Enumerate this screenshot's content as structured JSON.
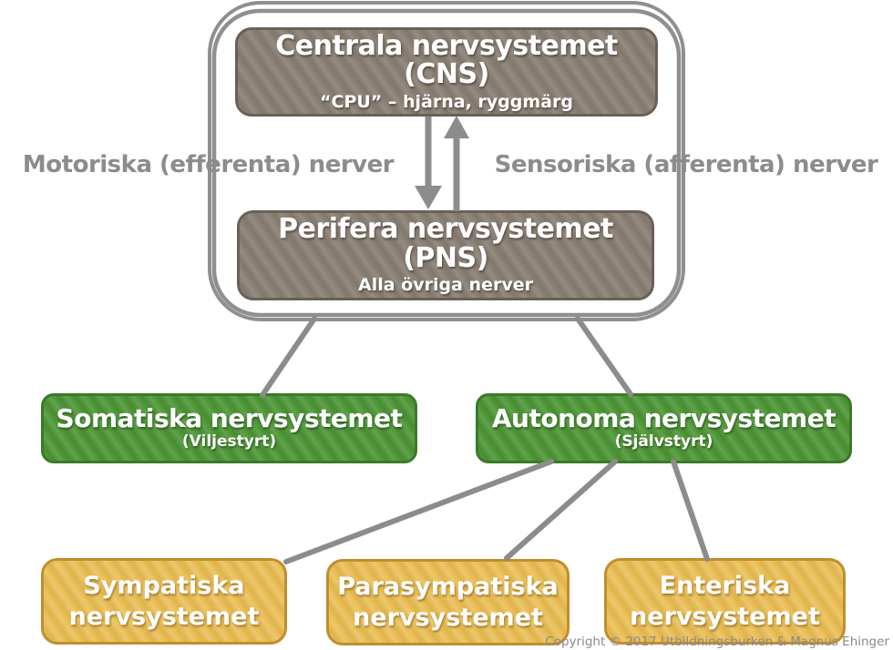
{
  "diagram": {
    "nodes": {
      "cns": {
        "title": "Centrala nervsystemet (CNS)",
        "subtitle": "“CPU” – hjärna, ryggmärg"
      },
      "pns": {
        "title": "Perifera nervsystemet (PNS)",
        "subtitle": "Alla övriga nerver"
      },
      "somatiska": {
        "title": "Somatiska nervsystemet",
        "subtitle": "(Viljestyrt)"
      },
      "autonoma": {
        "title": "Autonoma nervsystemet",
        "subtitle": "(Självstyrt)"
      },
      "sympatiska": {
        "title_line1": "Sympatiska",
        "title_line2": "nervsystemet"
      },
      "parasympatiska": {
        "title_line1": "Parasympatiska",
        "title_line2": "nervsystemet"
      },
      "enteriska": {
        "title_line1": "Enteriska",
        "title_line2": "nervsystemet"
      }
    },
    "edge_labels": {
      "motoriska": "Motoriska (efferenta) nerver",
      "sensoriska": "Sensoriska (afferenta) nerver"
    },
    "edges": [
      {
        "from": "cns",
        "to": "pns",
        "type": "arrow-down",
        "label": "Motoriska (efferenta) nerver"
      },
      {
        "from": "pns",
        "to": "cns",
        "type": "arrow-up",
        "label": "Sensoriska (afferenta) nerver"
      },
      {
        "from": "cns-pns-group",
        "to": "somatiska",
        "type": "line"
      },
      {
        "from": "cns-pns-group",
        "to": "autonoma",
        "type": "line"
      },
      {
        "from": "autonoma",
        "to": "sympatiska",
        "type": "line"
      },
      {
        "from": "autonoma",
        "to": "parasympatiska",
        "type": "line"
      },
      {
        "from": "autonoma",
        "to": "enteriska",
        "type": "line"
      }
    ],
    "copyright": "Copyright © 2017 Utbildningsburken & Magnus Ehinger",
    "colors": {
      "box_brown": "#8a8075",
      "box_brown_border": "#6a6057",
      "box_green": "#4f9738",
      "box_green_border": "#3a7a28",
      "box_yellow": "#e9be55",
      "box_yellow_border": "#c18e2d",
      "connector_gray": "#8c8c8c",
      "label_gray": "#8c8c8c",
      "container_border": "#8f8f8f",
      "text_white": "#ffffff"
    }
  }
}
